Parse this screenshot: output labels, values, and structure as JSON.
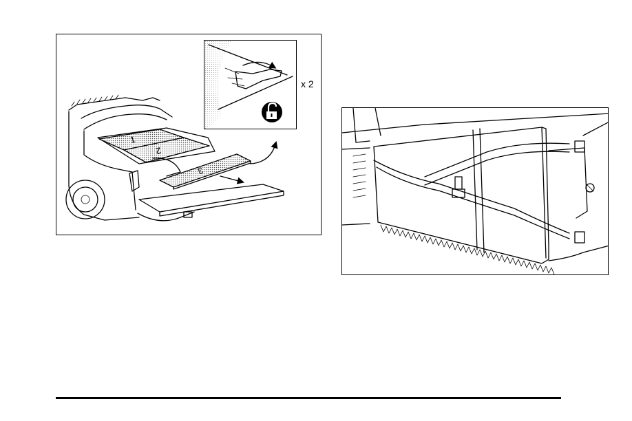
{
  "left_figure": {
    "multiplier_label": "x 2",
    "panel_numbers": [
      "1",
      "2",
      "3"
    ]
  },
  "icons": {
    "unlock": "padlock-open-icon",
    "rotate_arrow": "curved-arrow-icon",
    "pull_arrow": "arrow-right-icon"
  }
}
